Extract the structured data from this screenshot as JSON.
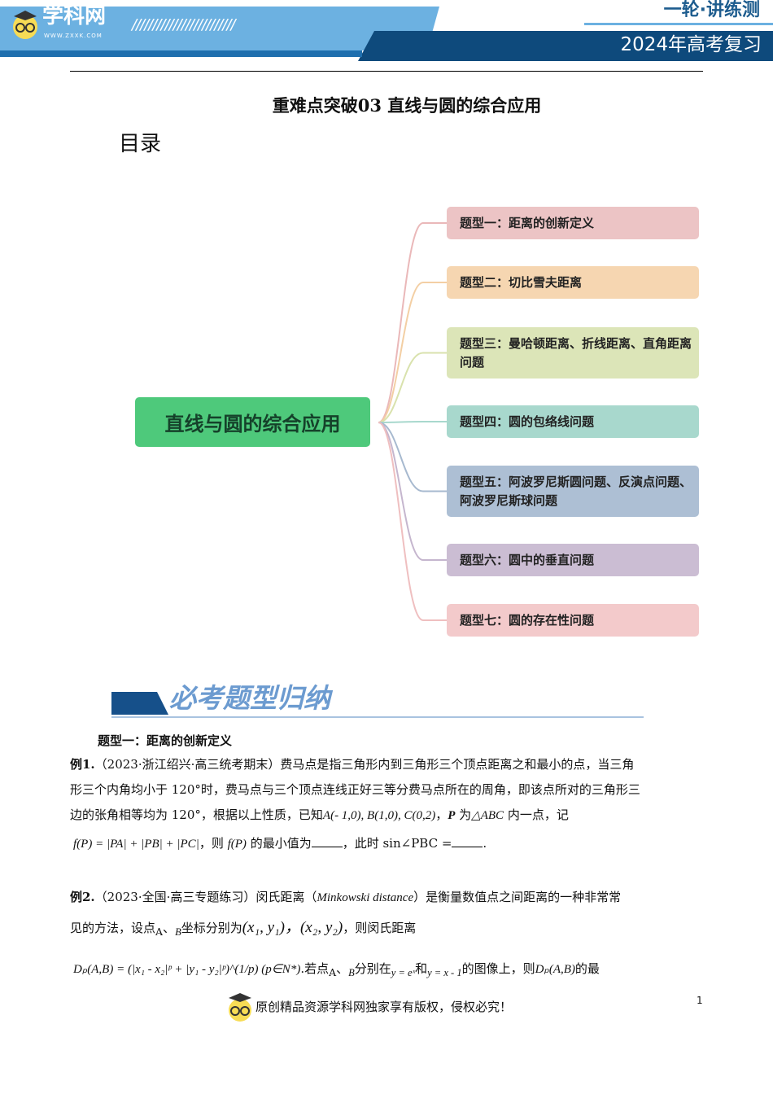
{
  "header": {
    "logo_text": "学科网",
    "logo_url": "WWW.ZXXK.COM",
    "slashes": "/////////////////////////",
    "series": "一轮·讲练测",
    "year_label": "2024年高考复习"
  },
  "doc_title": "重难点突破03 直线与圆的综合应用",
  "toc_label": "目录",
  "mindmap": {
    "center": "直线与圆的综合应用",
    "nodes": [
      {
        "label": "题型一：距离的创新定义",
        "color": "#ecc4c5",
        "line": "#eab8b9"
      },
      {
        "label": "题型二：切比雪夫距离",
        "color": "#f6d6b1",
        "line": "#f3cfa4"
      },
      {
        "label": "题型三：曼哈顿距离、折线距离、直角距离问题",
        "color": "#dce5b8",
        "line": "#d9e2ad"
      },
      {
        "label": "题型四：圆的包络线问题",
        "color": "#a8d8cd",
        "line": "#a8d8cd"
      },
      {
        "label": "题型五：阿波罗尼斯圆问题、反演点问题、阿波罗尼斯球问题",
        "color": "#adbfd4",
        "line": "#a7b9cf"
      },
      {
        "label": "题型六：圆中的垂直问题",
        "color": "#cbbdd3",
        "line": "#c5b6ce"
      },
      {
        "label": "题型七：圆的存在性问题",
        "color": "#f3cacb",
        "line": "#efbfc0"
      }
    ]
  },
  "section_title": "必考题型归纳",
  "subsection": "题型一：距离的创新定义",
  "example1": {
    "label": "例1.",
    "line1": "（2023·浙江绍兴·高三统考期末）费马点是指三角形内到三角形三个顶点距离之和最小的点，当三角",
    "line2": "形三个内角均小于 120°时，费马点与三个顶点连线正好三等分费马点所在的周角，即该点所对的三角形三",
    "line3a": "边的张角相等均为 120°，根据以上性质，已知",
    "line3m": "A(- 1,0), B(1,0), C(0,2)",
    "line3b": "，",
    "line3p": "P",
    "line3c": " 为",
    "line3t": "△ABC",
    "line3d": " 内一点，记",
    "line4m": "f(P) = |PA| + |PB| + |PC|",
    "line4a": "，则 ",
    "line4f": "f(P)",
    "line4b": " 的最小值为",
    "line4c": "，此时 sin∠PBC =",
    "line4d": "."
  },
  "example2": {
    "label": "例2.",
    "line1a": "（2023·全国·高三专题练习）闵氏距离（",
    "line1m": "Minkowski distance",
    "line1b": "）是衡量数值点之间距离的一种非常常",
    "line2a": "见的方法，设点",
    "line2A": "A",
    "line2s": "、",
    "line2B": "B",
    "line2b": "坐标分别为",
    "line2c1": "(x₁, y₁)",
    "line2c2": "，(x₂, y₂)",
    "line2d": "，则闵氏距离",
    "line3m": "Dₚ(A,B) = (|x₁ - x₂|ᵖ + |y₁ - y₂|ᵖ)^(1/p) (p∈N*)",
    "line3a": ".若点",
    "line3A": "A",
    "line3s": "、",
    "line3B": "B",
    "line3b": "分别在",
    "line3e1": "y = eˣ",
    "line3c": "和",
    "line3e2": "y = x - 1",
    "line3d": "的图像上，则",
    "line3D": "Dₚ(A,B)",
    "line3f": "的最"
  },
  "footer": {
    "text": "原创精品资源学科网独家享有版权，侵权必究！",
    "page": "1"
  }
}
